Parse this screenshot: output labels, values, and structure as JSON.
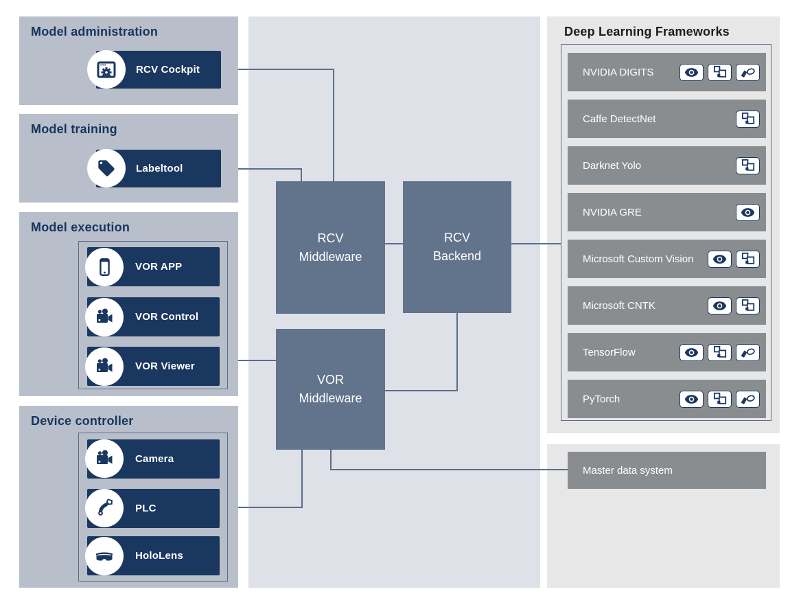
{
  "colors": {
    "navy": "#1a3760",
    "slate_box": "#62738c",
    "connector_line": "#5b6d89",
    "left_section_bg": "#b8bfca",
    "middle_panel_bg": "#dee1e8",
    "right_panel_bg": "#e7e7e8",
    "framework_row_bg": "#8a8d90",
    "section_title_color": "#16355e",
    "dlf_title_color": "#1c1c1c"
  },
  "left_sections": [
    {
      "title": "Model administration",
      "items": [
        {
          "label": "RCV Cockpit",
          "icon": "app-window-gear-icon"
        }
      ]
    },
    {
      "title": "Model training",
      "items": [
        {
          "label": "Labeltool",
          "icon": "tag-icon"
        }
      ]
    },
    {
      "title": "Model execution",
      "items": [
        {
          "label": "VOR APP",
          "icon": "smartphone-icon"
        },
        {
          "label": "VOR Control",
          "icon": "video-camera-icon"
        },
        {
          "label": "VOR Viewer",
          "icon": "video-camera-icon"
        }
      ]
    },
    {
      "title": "Device controller",
      "items": [
        {
          "label": "Camera",
          "icon": "video-camera-icon"
        },
        {
          "label": "PLC",
          "icon": "robot-arm-icon"
        },
        {
          "label": "HoloLens",
          "icon": "vr-goggles-icon"
        }
      ]
    }
  ],
  "middleware_boxes": [
    {
      "label": "RCV\nMiddleware"
    },
    {
      "label": "RCV\nBackend"
    },
    {
      "label": "VOR\nMiddleware"
    }
  ],
  "right_panel": {
    "title": "Deep Learning Frameworks",
    "frameworks": [
      {
        "name": "NVIDIA DIGITS",
        "badges": [
          "eye-icon",
          "boxes-icon",
          "shapes-icon"
        ]
      },
      {
        "name": "Caffe DetectNet",
        "badges": [
          "boxes-icon"
        ]
      },
      {
        "name": "Darknet Yolo",
        "badges": [
          "boxes-icon"
        ]
      },
      {
        "name": "NVIDIA GRE",
        "badges": [
          "eye-icon"
        ]
      },
      {
        "name": "Microsoft Custom Vision",
        "badges": [
          "eye-icon",
          "boxes-icon"
        ]
      },
      {
        "name": "Microsoft CNTK",
        "badges": [
          "eye-icon",
          "boxes-icon"
        ]
      },
      {
        "name": "TensorFlow",
        "badges": [
          "eye-icon",
          "boxes-icon",
          "shapes-icon"
        ]
      },
      {
        "name": "PyTorch",
        "badges": [
          "eye-icon",
          "boxes-icon",
          "shapes-icon"
        ]
      }
    ]
  },
  "master_data": {
    "label": "Master data system"
  }
}
